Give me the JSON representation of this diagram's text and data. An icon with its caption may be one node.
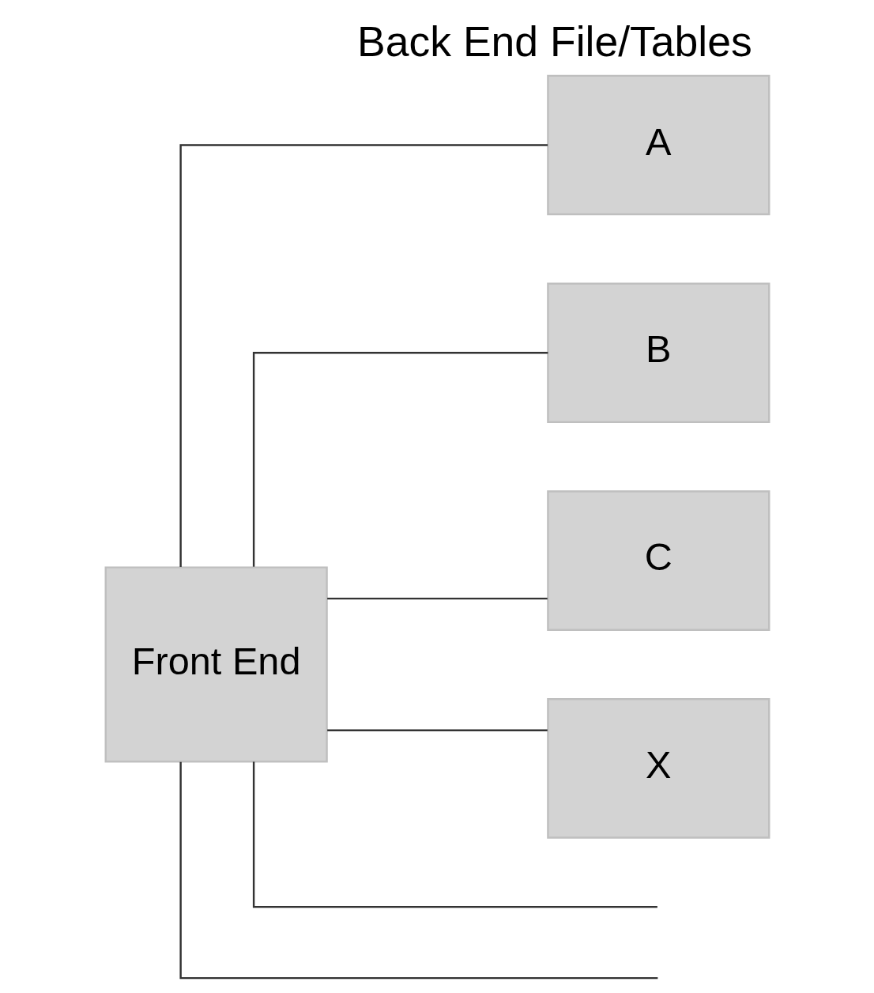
{
  "diagram": {
    "title": "Back End File/Tables",
    "nodes": [
      {
        "text": [
          "Front End"
        ]
      },
      {
        "text": [
          "A"
        ]
      },
      {
        "text": [
          "B"
        ]
      },
      {
        "text": [
          "C"
        ]
      },
      {
        "text": [
          "X"
        ]
      }
    ],
    "edges": [
      {
        "from": 0,
        "to": 1,
        "arrow": "none"
      },
      {
        "from": 0,
        "to": 2,
        "arrow": "none"
      },
      {
        "from": 0,
        "to": 3,
        "arrow": "none"
      },
      {
        "from": 0,
        "to": 4,
        "arrow": "none"
      },
      {
        "from": 0,
        "to": null,
        "arrow": "none"
      },
      {
        "from": 0,
        "to": null,
        "arrow": "none"
      }
    ]
  }
}
